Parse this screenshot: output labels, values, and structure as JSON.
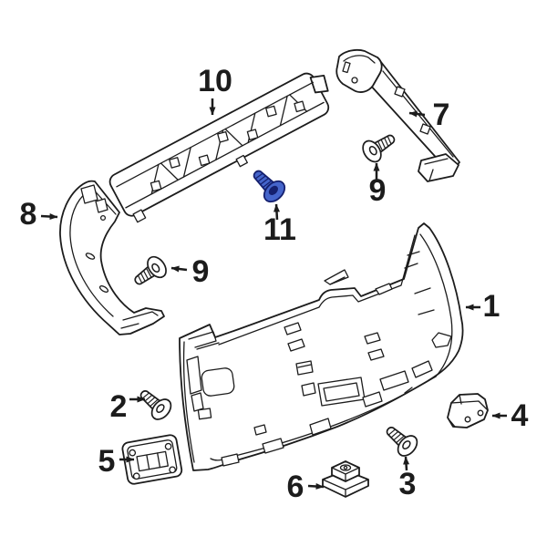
{
  "colors": {
    "background": "#ffffff",
    "line": "#1c1c1c",
    "highlight-fill": "#4565cb",
    "highlight-stroke": "#15206e"
  },
  "callouts": {
    "c1": {
      "label": "1",
      "arrow_direction": "left"
    },
    "c2": {
      "label": "2",
      "arrow_direction": "right"
    },
    "c3": {
      "label": "3",
      "arrow_direction": "up"
    },
    "c4": {
      "label": "4",
      "arrow_direction": "left"
    },
    "c5": {
      "label": "5",
      "arrow_direction": "right"
    },
    "c6": {
      "label": "6",
      "arrow_direction": "right"
    },
    "c7": {
      "label": "7",
      "arrow_direction": "left"
    },
    "c8": {
      "label": "8",
      "arrow_direction": "right"
    },
    "c9_left": {
      "label": "9",
      "arrow_direction": "left"
    },
    "c9_right": {
      "label": "9",
      "arrow_direction": "up"
    },
    "c10": {
      "label": "10",
      "arrow_direction": "down"
    },
    "c11": {
      "label": "11",
      "arrow_direction": "up",
      "highlighted": true
    }
  }
}
